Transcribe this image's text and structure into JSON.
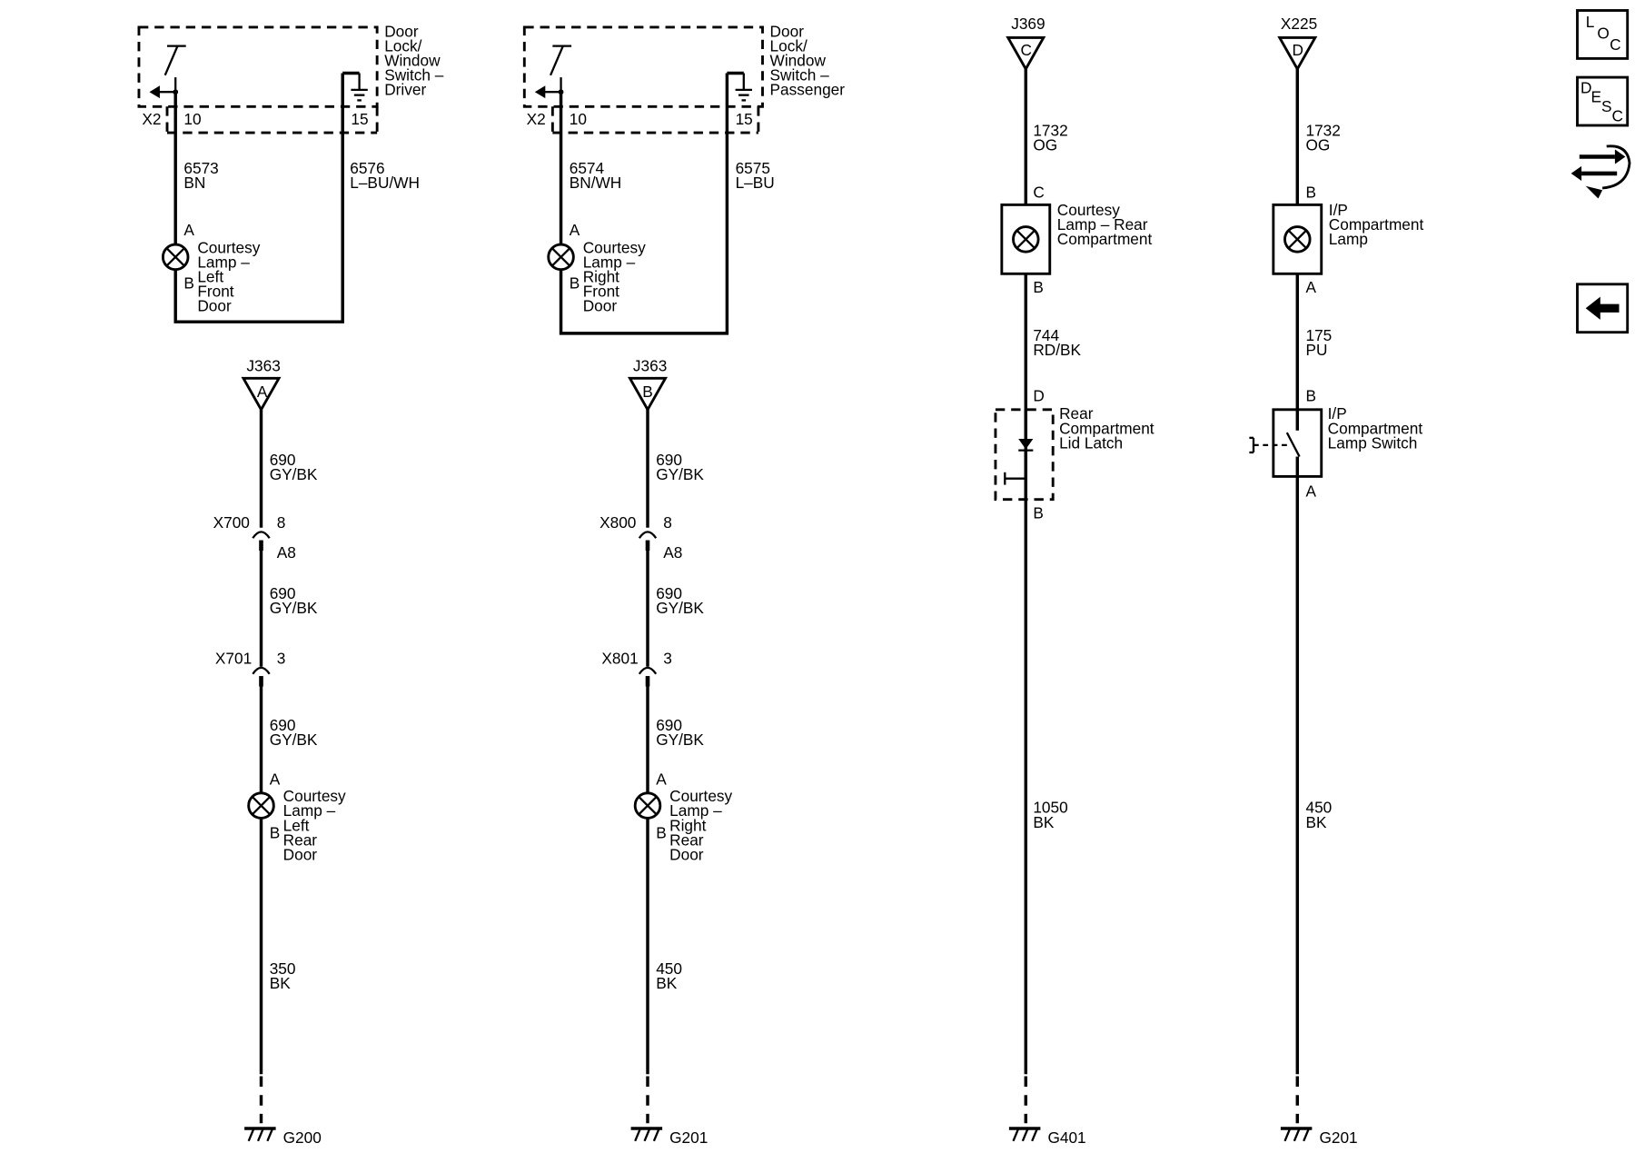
{
  "components": {
    "door_switch_driver": [
      "Door",
      "Lock/",
      "Window",
      "Switch –",
      "Driver"
    ],
    "door_switch_passenger": [
      "Door",
      "Lock/",
      "Window",
      "Switch –",
      "Passenger"
    ],
    "lamp_lf_door": [
      "Courtesy",
      "Lamp –",
      "Left",
      "Front",
      "Door"
    ],
    "lamp_rf_door": [
      "Courtesy",
      "Lamp –",
      "Right",
      "Front",
      "Door"
    ],
    "lamp_lr_door": [
      "Courtesy",
      "Lamp –",
      "Left",
      "Rear",
      "Door"
    ],
    "lamp_rr_door": [
      "Courtesy",
      "Lamp –",
      "Right",
      "Rear",
      "Door"
    ],
    "lamp_rear_comp": [
      "Courtesy",
      "Lamp – Rear",
      "Compartment"
    ],
    "lamp_ip_comp": [
      "I/P",
      "Compartment",
      "Lamp"
    ],
    "rear_lid_latch": [
      "Rear",
      "Compartment",
      "Lid Latch"
    ],
    "ip_lamp_switch": [
      "I/P",
      "Compartment",
      "Lamp Switch"
    ]
  },
  "wires": {
    "w6573": [
      "6573",
      "BN"
    ],
    "w6576": [
      "6576",
      "L–BU/WH"
    ],
    "w6574": [
      "6574",
      "BN/WH"
    ],
    "w6575": [
      "6575",
      "L–BU"
    ],
    "w690_l1": [
      "690",
      "GY/BK"
    ],
    "w690_l2": [
      "690",
      "GY/BK"
    ],
    "w690_l3": [
      "690",
      "GY/BK"
    ],
    "w690_r1": [
      "690",
      "GY/BK"
    ],
    "w690_r2": [
      "690",
      "GY/BK"
    ],
    "w690_r3": [
      "690",
      "GY/BK"
    ],
    "w350": [
      "350",
      "BK"
    ],
    "w450_a": [
      "450",
      "BK"
    ],
    "w1732_a": [
      "1732",
      "OG"
    ],
    "w744": [
      "744",
      "RD/BK"
    ],
    "w1050": [
      "1050",
      "BK"
    ],
    "w1732_b": [
      "1732",
      "OG"
    ],
    "w175": [
      "175",
      "PU"
    ],
    "w450_b": [
      "450",
      "BK"
    ]
  },
  "splices": {
    "j363_a": {
      "name": "J363",
      "pin": "A"
    },
    "j363_b": {
      "name": "J363",
      "pin": "B"
    },
    "j369": {
      "name": "J369",
      "pin": "C"
    },
    "x225": {
      "name": "X225",
      "pin": "D"
    }
  },
  "connectors": {
    "x2_driver": "X2",
    "x2_pass": "X2",
    "x700": "X700",
    "x701": "X701",
    "x800": "X800",
    "x801": "X801"
  },
  "pins": {
    "p10_d": "10",
    "p15_d": "15",
    "p10_p": "10",
    "p15_p": "15",
    "lf_a": "A",
    "lf_b": "B",
    "rf_a": "A",
    "rf_b": "B",
    "x700_8": "8",
    "x700_a8": "A8",
    "x701_3": "3",
    "x800_8": "8",
    "x800_a8": "A8",
    "x801_3": "3",
    "lr_a": "A",
    "lr_b": "B",
    "rr_a": "A",
    "rr_b": "B",
    "rc_c": "C",
    "rc_b": "B",
    "latch_d": "D",
    "latch_b": "B",
    "ip_b": "B",
    "ip_a": "A",
    "ipsw_b": "B",
    "ipsw_a": "A"
  },
  "grounds": {
    "g200": "G200",
    "g201_a": "G201",
    "g401": "G401",
    "g201_b": "G201"
  },
  "nav": {
    "loc": [
      "L",
      "O",
      "C"
    ],
    "desc": [
      "D",
      "E",
      "S",
      "C"
    ]
  }
}
